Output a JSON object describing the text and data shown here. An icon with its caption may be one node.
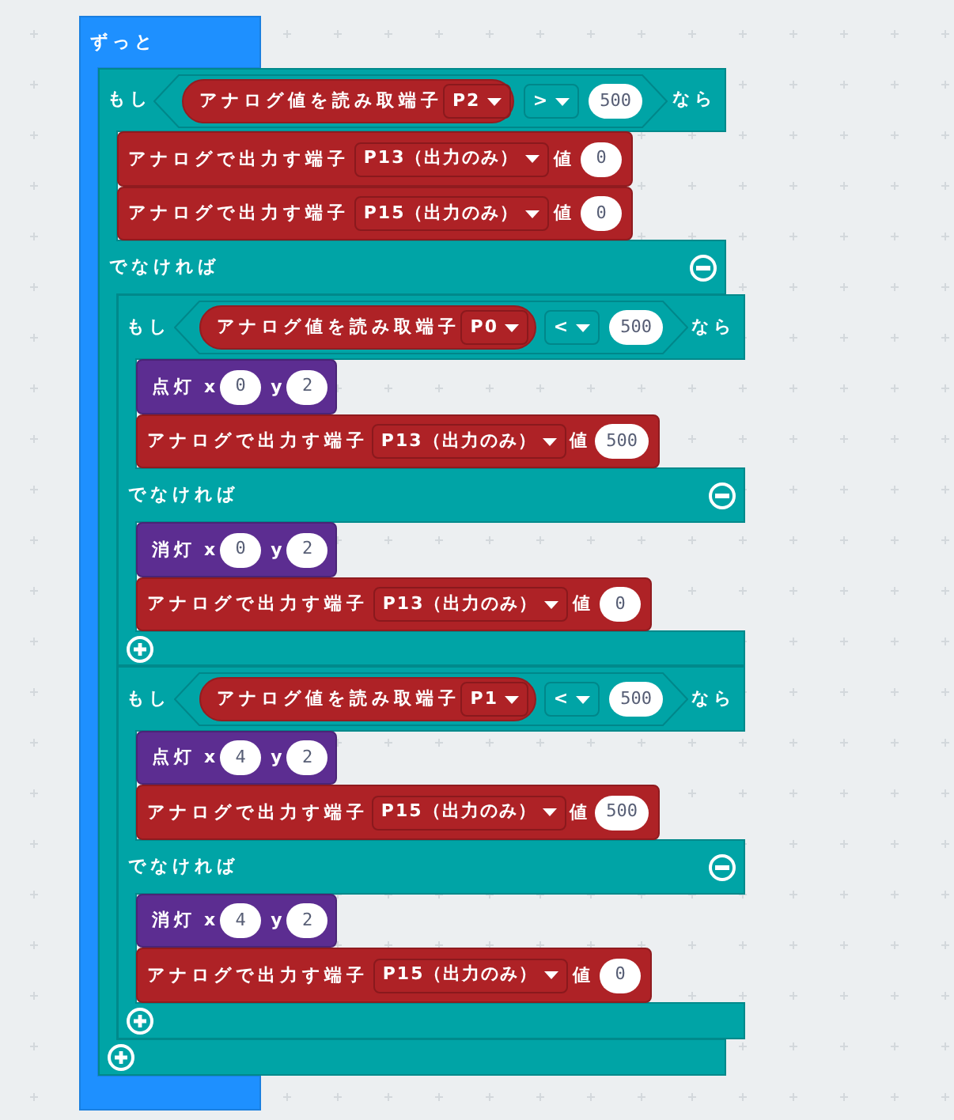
{
  "diagram": {
    "nodes": [
      {
        "text": [
          "ずっと"
        ]
      },
      {
        "text": [
          "もし",
          "なら",
          "でなければ"
        ]
      },
      {
        "text": [
          ">",
          "500"
        ],
        "in": 1
      },
      {
        "text": [
          "アナログ値を読み取端子",
          "P2"
        ],
        "in": 2
      },
      {
        "text": [
          "アナログで出力す端子",
          "P13（出力のみ）",
          "値",
          "0"
        ],
        "in": 1
      },
      {
        "text": [
          "アナログで出力す端子",
          "P15（出力のみ）",
          "値",
          "0"
        ],
        "in": 1
      },
      {
        "text": [
          "もし",
          "なら",
          "でなければ"
        ],
        "in": 1
      },
      {
        "text": [
          "<",
          "500"
        ],
        "in": 6
      },
      {
        "text": [
          "アナログ値を読み取端子",
          "P0"
        ],
        "in": 7
      },
      {
        "text": [
          "点灯",
          "x",
          "0",
          "y",
          "2"
        ],
        "in": 6
      },
      {
        "text": [
          "アナログで出力す端子",
          "P13（出力のみ）",
          "値",
          "500"
        ],
        "in": 6
      },
      {
        "text": [
          "消灯",
          "x",
          "0",
          "y",
          "2"
        ],
        "in": 6
      },
      {
        "text": [
          "アナログで出力す端子",
          "P13（出力のみ）",
          "値",
          "0"
        ],
        "in": 6
      },
      {
        "text": [
          "もし",
          "なら",
          "でなければ"
        ],
        "in": 1
      },
      {
        "text": [
          "<",
          "500"
        ],
        "in": 13
      },
      {
        "text": [
          "アナログ値を読み取端子",
          "P1"
        ],
        "in": 14
      },
      {
        "text": [
          "点灯",
          "x",
          "4",
          "y",
          "2"
        ],
        "in": 13
      },
      {
        "text": [
          "アナログで出力す端子",
          "P15（出力のみ）",
          "値",
          "500"
        ],
        "in": 13
      },
      {
        "text": [
          "消灯",
          "x",
          "4",
          "y",
          "2"
        ],
        "in": 13
      },
      {
        "text": [
          "アナログで出力す端子",
          "P15（出力のみ）",
          "値",
          "0"
        ],
        "in": 13
      }
    ]
  }
}
